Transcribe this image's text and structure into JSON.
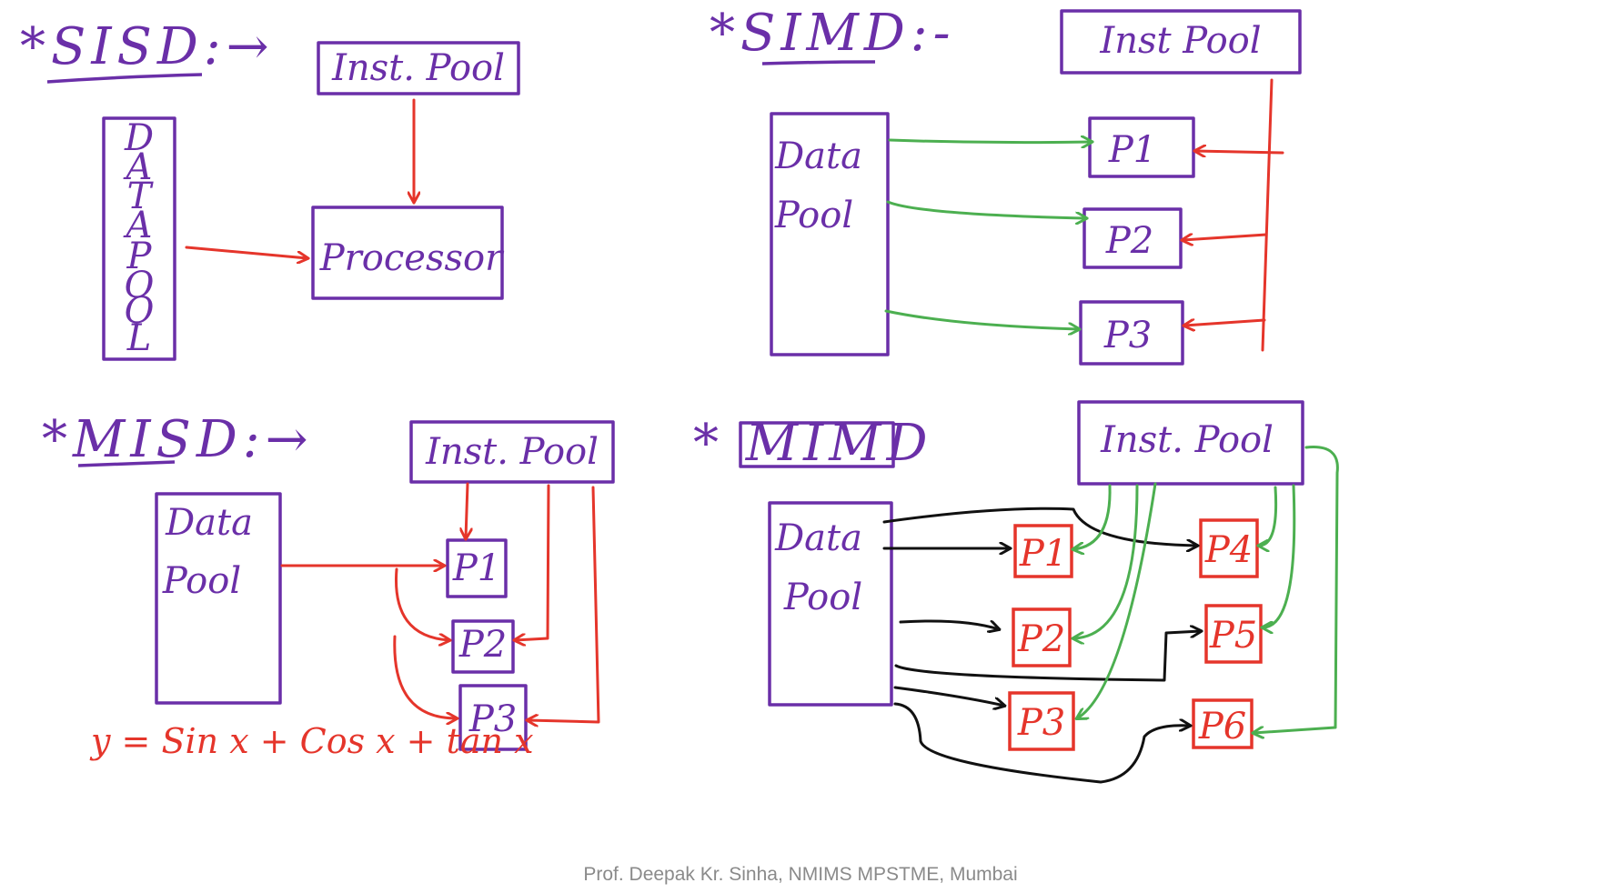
{
  "colors": {
    "purple": "#6a2fa8",
    "red": "#e5352b",
    "green": "#4caf50",
    "black": "#111111",
    "footer": "#8a8a8a"
  },
  "sisd": {
    "title": "*SISD:→",
    "data_pool_letters": [
      "D",
      "A",
      "T",
      "A",
      "P",
      "O",
      "O",
      "L"
    ],
    "inst_pool": "Inst. Pool",
    "processor": "Processor"
  },
  "simd": {
    "title": "*SIMD:-",
    "inst_pool": "Inst Pool",
    "data_pool_line1": "Data",
    "data_pool_line2": "Pool",
    "processors": [
      "P1",
      "P2",
      "P3"
    ]
  },
  "misd": {
    "title": "*MISD:→",
    "inst_pool": "Inst. Pool",
    "data_pool_line1": "Data",
    "data_pool_line2": "Pool",
    "processors": [
      "P1",
      "P2",
      "P3"
    ],
    "equation": "y = Sin x + Cos x + tan x"
  },
  "mimd": {
    "title": "* MIMD",
    "inst_pool": "Inst. Pool",
    "data_pool_line1": "Data",
    "data_pool_line2": "Pool",
    "processors": [
      "P1",
      "P2",
      "P3",
      "P4",
      "P5",
      "P6"
    ]
  },
  "footer": "Prof. Deepak Kr. Sinha, NMIMS MPSTME, Mumbai"
}
